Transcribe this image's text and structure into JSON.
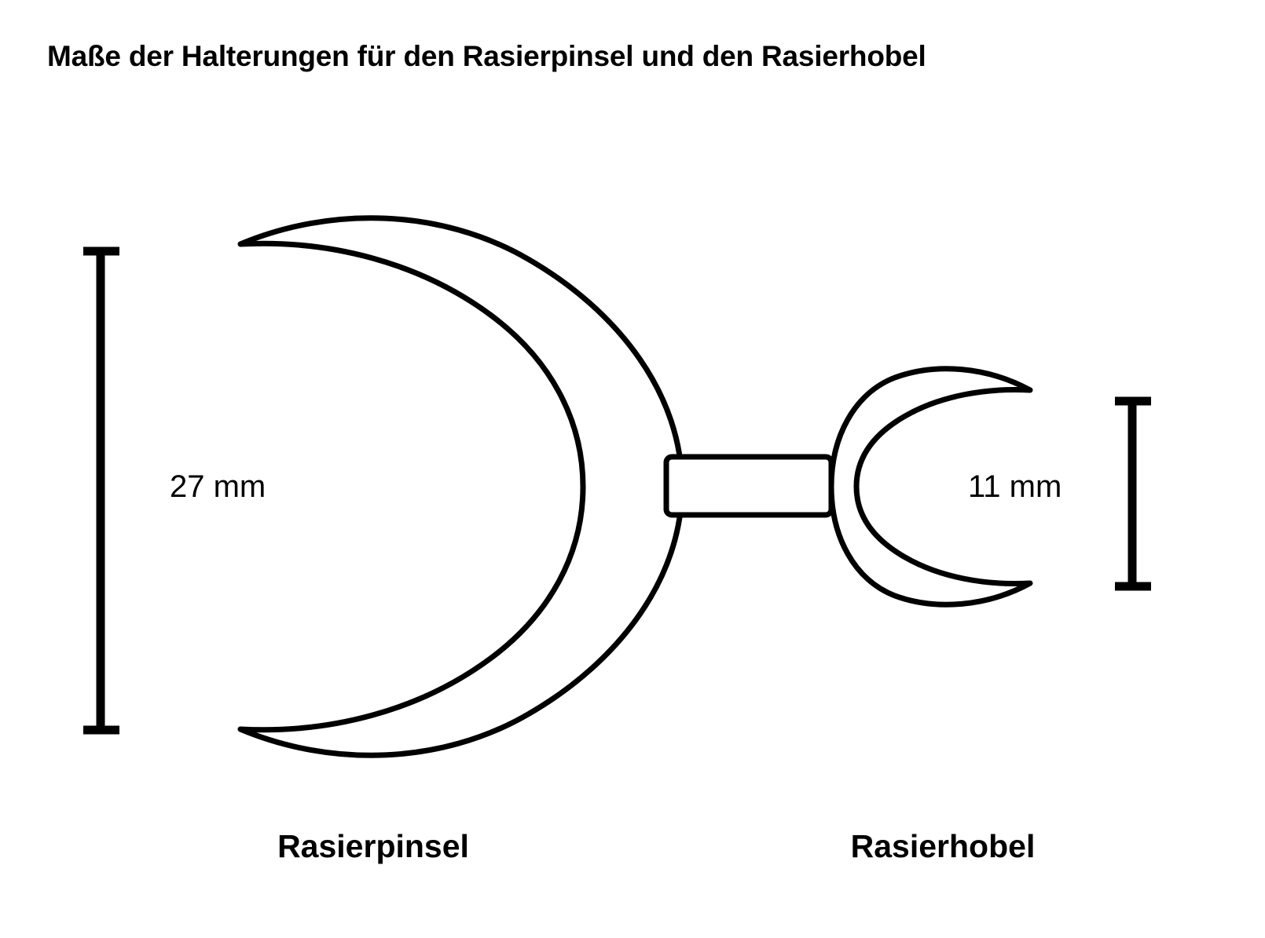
{
  "title": "Maße der Halterungen für den Rasierpinsel und den Rasierhobel",
  "colors": {
    "background": "#ffffff",
    "stroke": "#000000",
    "text": "#000000"
  },
  "dimensions": {
    "left": {
      "value": "27 mm",
      "icon": "vertical-dimension-line-icon",
      "measures": "Rasierpinsel"
    },
    "right": {
      "value": "11 mm",
      "icon": "vertical-dimension-line-icon",
      "measures": "Rasierhobel"
    }
  },
  "parts": {
    "brush": {
      "caption": "Rasierpinsel",
      "shape": "open-c-ring-icon",
      "opening": "left"
    },
    "razor": {
      "caption": "Rasierhobel",
      "shape": "open-c-ring-icon",
      "opening": "right"
    },
    "connector": {
      "shape": "connector-bar-icon"
    }
  }
}
